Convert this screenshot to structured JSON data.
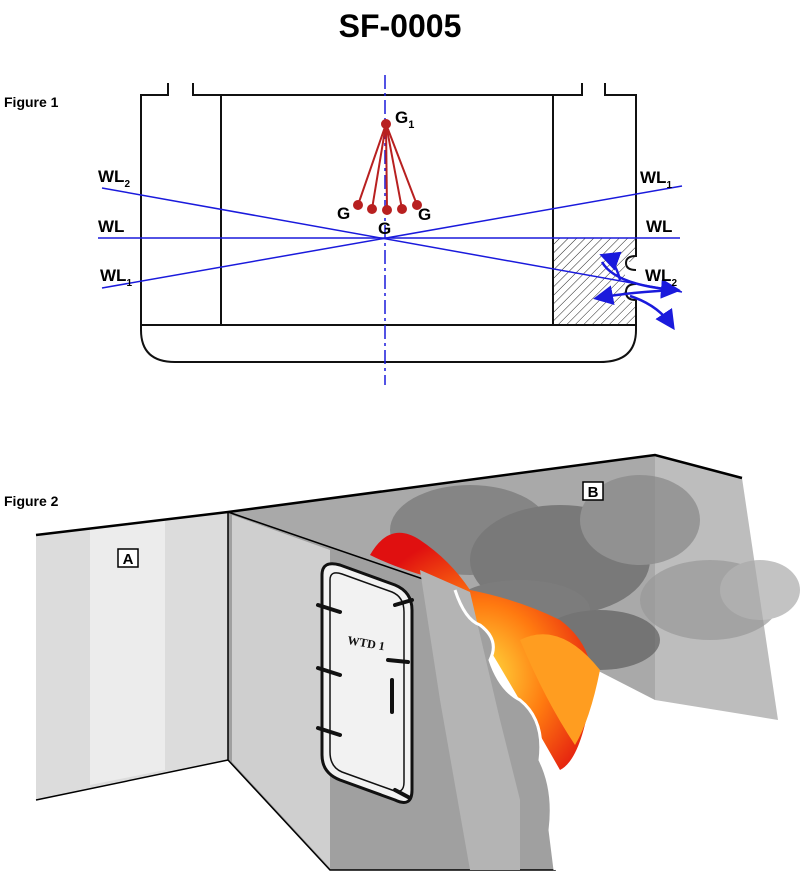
{
  "title": "SF-0005",
  "figure1": {
    "label": "Figure 1",
    "g1": "G",
    "g1_sub": "1",
    "g_left": "G",
    "g_center": "G",
    "g_right": "G",
    "wl2_left": "WL",
    "wl2_left_sub": "2",
    "wl_left": "WL",
    "wl1_left": "WL",
    "wl1_left_sub": "1",
    "wl1_right": "WL",
    "wl1_right_sub": "1",
    "wl_right": "WL",
    "wl2_right": "WL",
    "wl2_right_sub": "2",
    "colors": {
      "waterline": "#1a1adc",
      "gravity": "#b82020"
    }
  },
  "figure2": {
    "label": "Figure 2",
    "compartment_a": "A",
    "compartment_b": "B",
    "door_label": "WTD 1"
  }
}
